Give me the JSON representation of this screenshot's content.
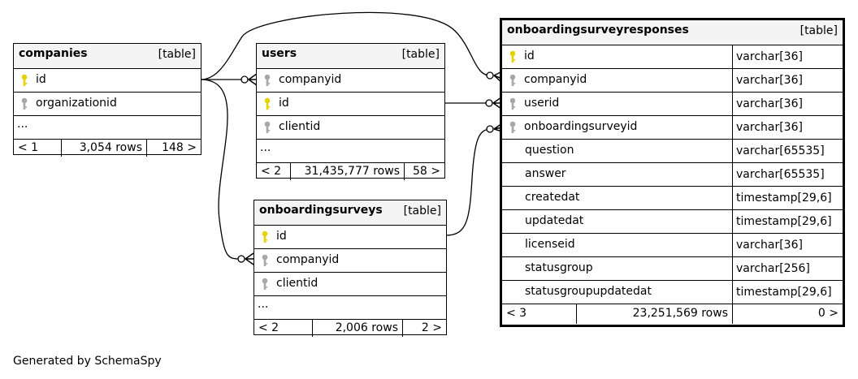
{
  "tables": {
    "companies": {
      "name": "companies",
      "type": "[table]",
      "columns": [
        {
          "name": "id",
          "key": "primary"
        },
        {
          "name": "organizationid",
          "key": "foreign"
        }
      ],
      "more": "...",
      "prev": "< 1",
      "rows": "3,054 rows",
      "next": "148 >"
    },
    "users": {
      "name": "users",
      "type": "[table]",
      "columns": [
        {
          "name": "companyid",
          "key": "foreign"
        },
        {
          "name": "id",
          "key": "primary"
        },
        {
          "name": "clientid",
          "key": "foreign"
        }
      ],
      "more": "...",
      "prev": "< 2",
      "rows": "31,435,777 rows",
      "next": "58 >"
    },
    "onboardingsurveys": {
      "name": "onboardingsurveys",
      "type": "[table]",
      "columns": [
        {
          "name": "id",
          "key": "primary"
        },
        {
          "name": "companyid",
          "key": "foreign"
        },
        {
          "name": "clientid",
          "key": "foreign"
        }
      ],
      "more": "...",
      "prev": "< 2",
      "rows": "2,006 rows",
      "next": "2 >"
    },
    "onboardingsurveyresponses": {
      "name": "onboardingsurveyresponses",
      "type": "[table]",
      "columns": [
        {
          "name": "id",
          "key": "primary",
          "type": "varchar[36]"
        },
        {
          "name": "companyid",
          "key": "foreign",
          "type": "varchar[36]"
        },
        {
          "name": "userid",
          "key": "foreign",
          "type": "varchar[36]"
        },
        {
          "name": "onboardingsurveyid",
          "key": "foreign",
          "type": "varchar[36]"
        },
        {
          "name": "question",
          "key": "none",
          "type": "varchar[65535]"
        },
        {
          "name": "answer",
          "key": "none",
          "type": "varchar[65535]"
        },
        {
          "name": "createdat",
          "key": "none",
          "type": "timestamp[29,6]"
        },
        {
          "name": "updatedat",
          "key": "none",
          "type": "timestamp[29,6]"
        },
        {
          "name": "licenseid",
          "key": "none",
          "type": "varchar[36]"
        },
        {
          "name": "statusgroup",
          "key": "none",
          "type": "varchar[256]"
        },
        {
          "name": "statusgroupupdatedat",
          "key": "none",
          "type": "timestamp[29,6]"
        }
      ],
      "prev": "< 3",
      "rows": "23,251,569 rows",
      "next": "0 >"
    }
  },
  "relationships": [
    {
      "from": "users.companyid",
      "to": "companies.id"
    },
    {
      "from": "onboardingsurveys.companyid",
      "to": "companies.id"
    },
    {
      "from": "onboardingsurveyresponses.companyid",
      "to": "companies.id"
    },
    {
      "from": "onboardingsurveyresponses.userid",
      "to": "users.id"
    },
    {
      "from": "onboardingsurveyresponses.onboardingsurveyid",
      "to": "onboardingsurveys.id"
    }
  ],
  "colors": {
    "primary_key": "#e6d200",
    "foreign_key": "#a8a8a8",
    "header_bg": "#f4f4f4",
    "line": "#000000"
  },
  "footer": {
    "credit": "Generated by SchemaSpy"
  }
}
